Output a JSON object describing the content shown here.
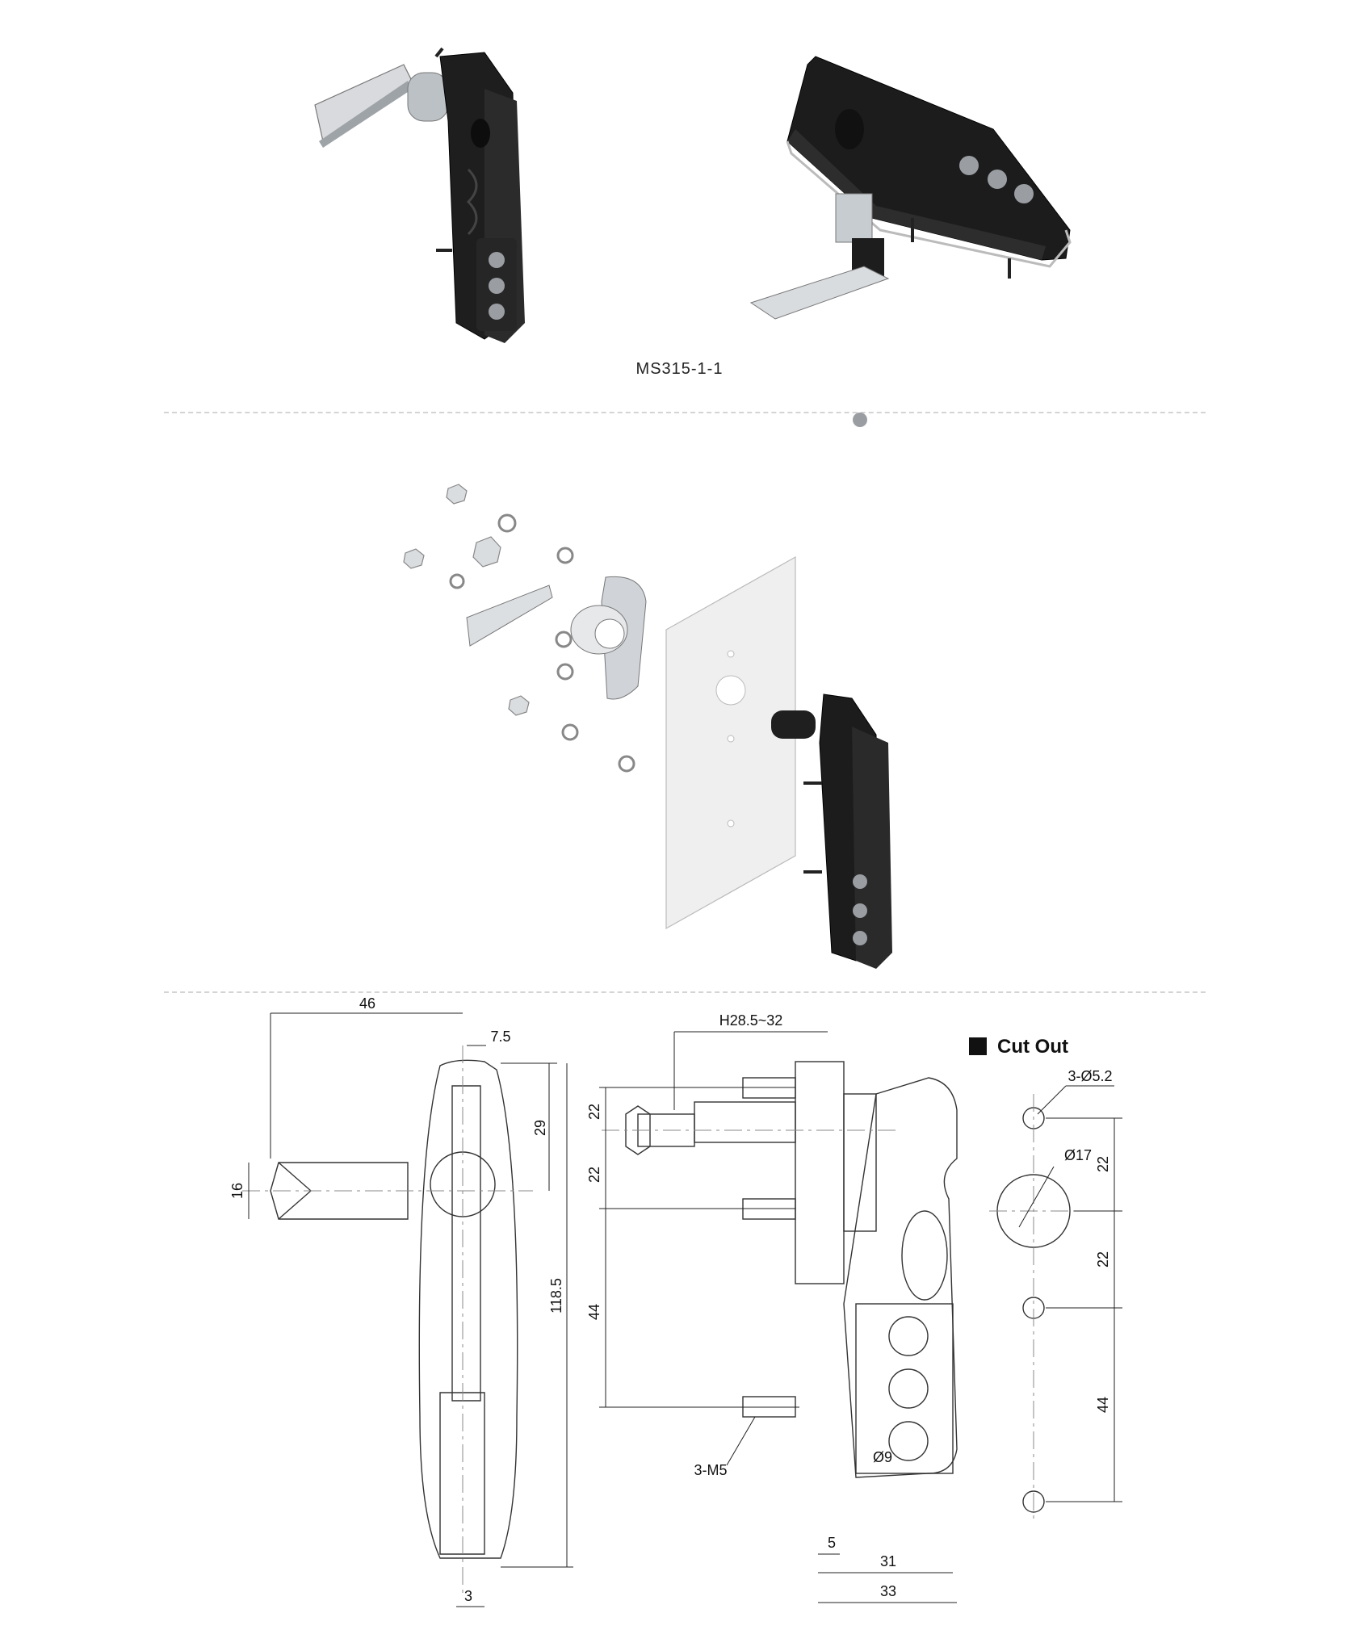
{
  "product": {
    "model": "MS315-1-1"
  },
  "drawing": {
    "cutout_title": "Cut Out",
    "front_view": {
      "width": "46",
      "offset": "7.5",
      "upper": "29",
      "cam_width": "16",
      "height": "118.5",
      "bottom": "3"
    },
    "side_view": {
      "door_thickness": "H28.5~32",
      "stud_top": "22",
      "stud_mid": "22",
      "stud_bottom": "44",
      "thread": "3-M5",
      "hole": "Ø9",
      "base": "5",
      "depth_inner": "31",
      "depth_outer": "33"
    },
    "cutout": {
      "small_holes": "3-Ø5.2",
      "big_hole": "Ø17",
      "spacing_1": "22",
      "spacing_2": "22",
      "spacing_3": "44"
    }
  },
  "colors": {
    "handle": "#1c1c1c",
    "metal": "#c9ccd0",
    "divider": "#d4d4d4",
    "panel": "#eeeeee"
  }
}
